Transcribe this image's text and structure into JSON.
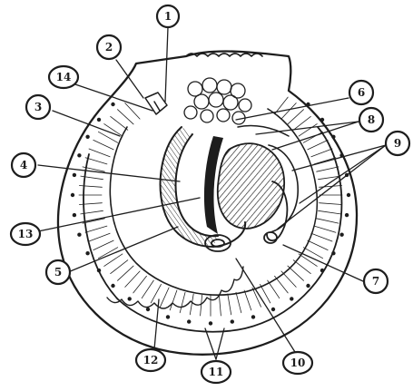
{
  "labels": [
    {
      "id": "1",
      "text": "1"
    },
    {
      "id": "2",
      "text": "2"
    },
    {
      "id": "3",
      "text": "3"
    },
    {
      "id": "4",
      "text": "4"
    },
    {
      "id": "5",
      "text": "5"
    },
    {
      "id": "6",
      "text": "6"
    },
    {
      "id": "7",
      "text": "7"
    },
    {
      "id": "8",
      "text": "8"
    },
    {
      "id": "9",
      "text": "9"
    },
    {
      "id": "10",
      "text": "10"
    },
    {
      "id": "11",
      "text": "11"
    },
    {
      "id": "12",
      "text": "12"
    },
    {
      "id": "13",
      "text": "13"
    },
    {
      "id": "14",
      "text": "14"
    }
  ],
  "colors": {
    "ink": "#1d1d1d",
    "paper": "#ffffff"
  }
}
